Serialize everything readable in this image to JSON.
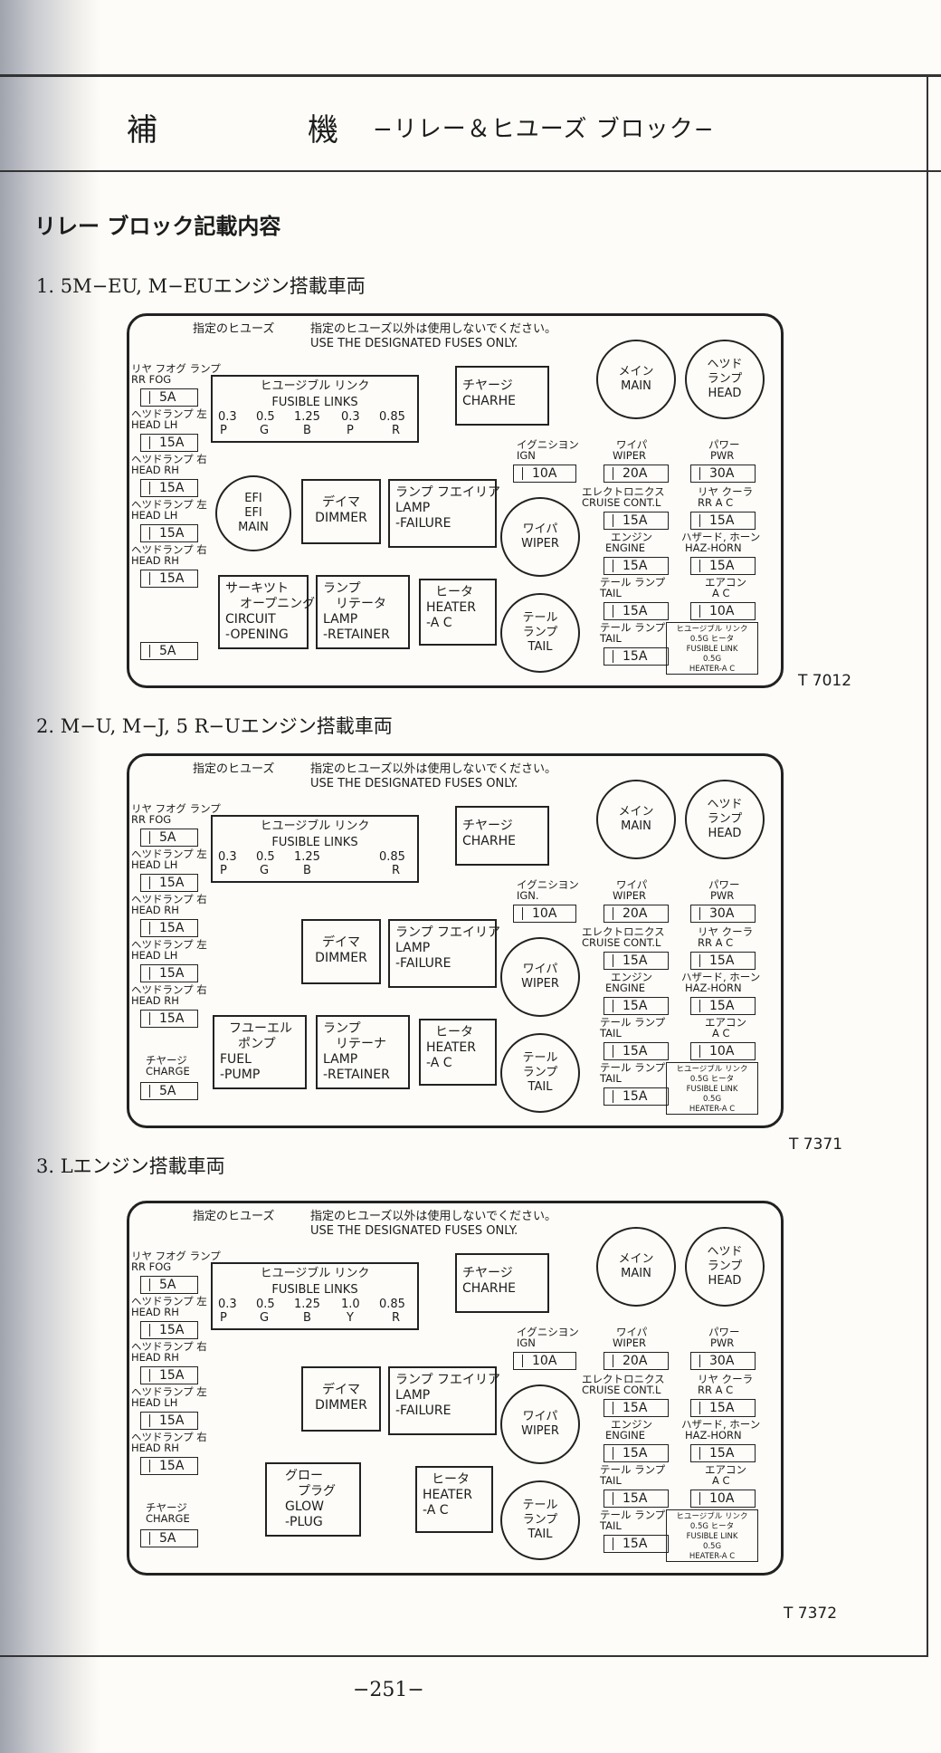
{
  "header": {
    "kanji_a": "補",
    "kanji_b": "機",
    "subtitle": "−リレー＆ヒユーズ ブロック−"
  },
  "section_title": "リレー ブロック記載内容",
  "notice": {
    "jp": "指定のヒユーズ",
    "jp2": "指定のヒユーズ以外は使用しないでください。",
    "en": "USE THE DESIGNATED FUSES ONLY."
  },
  "diagrams": [
    {
      "heading": "1. 5M−EU, M−EUエンジン搭載車両",
      "code": "T 7012",
      "fusible": {
        "title_jp": "ヒユージブル リンク",
        "title_en": "FUSIBLE LINKS",
        "sizes": [
          "0.3",
          "0.5",
          "1.25",
          "0.3",
          "0.85"
        ],
        "colors": [
          "P",
          "G",
          "B",
          "P",
          "R"
        ]
      },
      "left_fuses": [
        {
          "jp": "リヤ フオグ ランプ",
          "en": "RR FOG",
          "value": "5A"
        },
        {
          "jp": "ヘツドランプ 左",
          "en": "HEAD LH",
          "value": "15A"
        },
        {
          "jp": "ヘツドランプ 右",
          "en": "HEAD RH",
          "value": "15A"
        },
        {
          "jp": "ヘツドランプ 左",
          "en": "HEAD LH",
          "value": "15A"
        },
        {
          "jp": "ヘツドランプ 右",
          "en": "HEAD RH",
          "value": "15A"
        },
        {
          "jp": "",
          "en": "",
          "value": "5A"
        }
      ],
      "relays": {
        "charge": [
          "チヤージ",
          "CHARHE"
        ],
        "efi": [
          "EFI",
          "EFI",
          "MAIN"
        ],
        "dimmer": [
          "デイマ",
          "DIMMER"
        ],
        "failure": [
          "ランプ フエイリア",
          "LAMP",
          "-FAILURE"
        ],
        "circuit": [
          "サーキツト",
          "オープニング",
          "CIRCUIT",
          "-OPENING"
        ],
        "retainer": [
          "ランプ",
          "リテータ",
          "LAMP",
          "-RETAINER"
        ],
        "heater": [
          "ヒータ",
          "HEATER",
          "-A C"
        ]
      },
      "circles": {
        "main": [
          "メイン",
          "MAIN"
        ],
        "head": [
          "ヘツド",
          "ランプ",
          "HEAD"
        ],
        "wiper": [
          "ワイパ",
          "WIPER"
        ],
        "tail": [
          "テール",
          "ランプ",
          "TAIL"
        ]
      },
      "mid_fuses": [
        {
          "jp": "イグニシヨン",
          "en": "IGN",
          "value": "10A"
        },
        {
          "jp": "ワイパ",
          "en": "WIPER",
          "value": "20A"
        },
        {
          "jp": "エレクトロニクス",
          "en": "CRUISE CONT.L",
          "value": "15A"
        },
        {
          "jp": "エンジン",
          "en": "ENGINE",
          "value": "15A"
        },
        {
          "jp": "テール ランプ",
          "en": "TAIL",
          "value": "15A"
        },
        {
          "jp": "テール ランプ",
          "en": "TAIL",
          "value": "15A"
        }
      ],
      "right_fuses": [
        {
          "jp": "パワー",
          "en": "PWR",
          "value": "30A"
        },
        {
          "jp": "リヤ クーラ",
          "en": "RR A C",
          "value": "15A"
        },
        {
          "jp": "ハザード, ホーン",
          "en": "HAZ-HORN",
          "value": "15A"
        },
        {
          "jp": "エアコン",
          "en": "A C",
          "value": "10A"
        }
      ],
      "note": [
        "ヒユージブル リンク",
        "0.5G ヒータ",
        "FUSIBLE LINK",
        "0.5G",
        "HEATER-A C"
      ]
    },
    {
      "heading": "2. M−U, M−J, 5 R−Uエンジン搭載車両",
      "code": "T 7371",
      "fusible": {
        "title_jp": "ヒユージブル リンク",
        "title_en": "FUSIBLE LINKS",
        "sizes": [
          "0.3",
          "0.5",
          "1.25",
          "",
          "0.85"
        ],
        "colors": [
          "P",
          "G",
          "B",
          "",
          "R"
        ]
      },
      "left_fuses": [
        {
          "jp": "リヤ フオグ ランプ",
          "en": "RR FOG",
          "value": "5A"
        },
        {
          "jp": "ヘツドランプ 左",
          "en": "HEAD LH",
          "value": "15A"
        },
        {
          "jp": "ヘツドランプ 右",
          "en": "HEAD RH",
          "value": "15A"
        },
        {
          "jp": "ヘツドランプ 左",
          "en": "HEAD LH",
          "value": "15A"
        },
        {
          "jp": "ヘツドランプ 右",
          "en": "HEAD RH",
          "value": "15A"
        },
        {
          "jp": "チヤージ",
          "en": "CHARGE",
          "value": "5A"
        }
      ],
      "relays": {
        "charge": [
          "チヤージ",
          "CHARHE"
        ],
        "dimmer": [
          "デイマ",
          "DIMMER"
        ],
        "failure": [
          "ランプ フエイリア",
          "LAMP",
          "-FAILURE"
        ],
        "fuel": [
          "フユーエル",
          "ポンプ",
          "FUEL",
          "-PUMP"
        ],
        "retainer": [
          "ランプ",
          "リテーナ",
          "LAMP",
          "-RETAINER"
        ],
        "heater": [
          "ヒータ",
          "HEATER",
          "-A C"
        ]
      },
      "circles": {
        "main": [
          "メイン",
          "MAIN"
        ],
        "head": [
          "ヘツド",
          "ランプ",
          "HEAD"
        ],
        "wiper": [
          "ワイパ",
          "WIPER"
        ],
        "tail": [
          "テール",
          "ランプ",
          "TAIL"
        ]
      },
      "mid_fuses": [
        {
          "jp": "イグニシヨン",
          "en": "IGN.",
          "value": "10A"
        },
        {
          "jp": "ワイパ",
          "en": "WIPER",
          "value": "20A"
        },
        {
          "jp": "エレクトロニクス",
          "en": "CRUISE CONT.L",
          "value": "15A"
        },
        {
          "jp": "エンジン",
          "en": "ENGINE",
          "value": "15A"
        },
        {
          "jp": "テール ランプ",
          "en": "TAIL",
          "value": "15A"
        },
        {
          "jp": "テール ランプ",
          "en": "TAIL",
          "value": "15A"
        }
      ],
      "right_fuses": [
        {
          "jp": "パワー",
          "en": "PWR",
          "value": "30A"
        },
        {
          "jp": "リヤ クーラ",
          "en": "RR A C",
          "value": "15A"
        },
        {
          "jp": "ハザード, ホーン",
          "en": "HAZ-HORN",
          "value": "15A"
        },
        {
          "jp": "エアコン",
          "en": "A C",
          "value": "10A"
        }
      ],
      "note": [
        "ヒユージブル リンク",
        "0.5G ヒータ",
        "FUSIBLE LINK",
        "0.5G",
        "HEATER-A C"
      ]
    },
    {
      "heading": "3. Lエンジン搭載車両",
      "code": "T 7372",
      "fusible": {
        "title_jp": "ヒユージブル リンク",
        "title_en": "FUSIBLE LINKS",
        "sizes": [
          "0.3",
          "0.5",
          "1.25",
          "1.0",
          "0.85"
        ],
        "colors": [
          "P",
          "G",
          "B",
          "Y",
          "R"
        ]
      },
      "left_fuses": [
        {
          "jp": "リヤ フオグ ランプ",
          "en": "RR FOG",
          "value": "5A"
        },
        {
          "jp": "ヘツドランプ 左",
          "en": "HEAD RH",
          "value": "15A"
        },
        {
          "jp": "ヘツドランプ 右",
          "en": "HEAD RH",
          "value": "15A"
        },
        {
          "jp": "ヘツドランプ 左",
          "en": "HEAD LH",
          "value": "15A"
        },
        {
          "jp": "ヘツドランプ 右",
          "en": "HEAD RH",
          "value": "15A"
        },
        {
          "jp": "チヤージ",
          "en": "CHARGE",
          "value": "5A"
        }
      ],
      "relays": {
        "charge": [
          "チヤージ",
          "CHARHE"
        ],
        "dimmer": [
          "デイマ",
          "DIMMER"
        ],
        "failure": [
          "ランプ フエイリア",
          "LAMP",
          "-FAILURE"
        ],
        "glow": [
          "グロー",
          "プラグ",
          "GLOW",
          "-PLUG"
        ],
        "heater": [
          "ヒータ",
          "HEATER",
          "-A C"
        ]
      },
      "circles": {
        "main": [
          "メイン",
          "MAIN"
        ],
        "head": [
          "ヘツド",
          "ランプ",
          "HEAD"
        ],
        "wiper": [
          "ワイパ",
          "WIPER"
        ],
        "tail": [
          "テール",
          "ランプ",
          "TAIL"
        ]
      },
      "mid_fuses": [
        {
          "jp": "イグニシヨン",
          "en": "IGN",
          "value": "10A"
        },
        {
          "jp": "ワイパ",
          "en": "WIPER",
          "value": "20A"
        },
        {
          "jp": "エレクトロニクス",
          "en": "CRUISE CONT.L",
          "value": "15A"
        },
        {
          "jp": "エンジン",
          "en": "ENGINE",
          "value": "15A"
        },
        {
          "jp": "テール ランプ",
          "en": "TAIL",
          "value": "15A"
        },
        {
          "jp": "テール ランプ",
          "en": "TAIL",
          "value": "15A"
        }
      ],
      "right_fuses": [
        {
          "jp": "パワー",
          "en": "PWR",
          "value": "30A"
        },
        {
          "jp": "リヤ クーラ",
          "en": "RR A C",
          "value": "15A"
        },
        {
          "jp": "ハザード, ホーン",
          "en": "HAZ-HORN",
          "value": "15A"
        },
        {
          "jp": "エアコン",
          "en": "A C",
          "value": "10A"
        }
      ],
      "note": [
        "ヒユージブル リンク",
        "0.5G ヒータ",
        "FUSIBLE LINK",
        "0.5G",
        "HEATER-A C"
      ]
    }
  ],
  "page_number": "−251−"
}
